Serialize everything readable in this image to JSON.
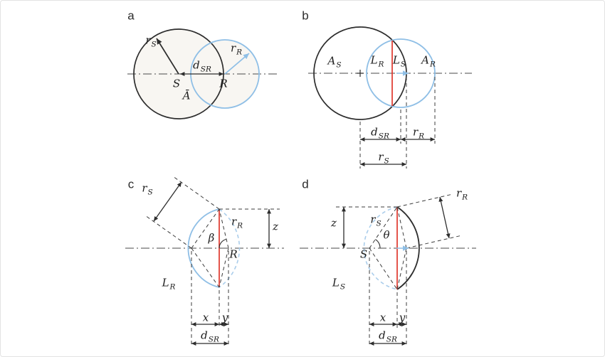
{
  "panels": {
    "a": "a",
    "b": "b",
    "c": "c",
    "d": "d"
  },
  "symbols": {
    "rS": {
      "base": "r",
      "sub": "S"
    },
    "rR": {
      "base": "r",
      "sub": "R"
    },
    "dSR": {
      "base": "d",
      "sub": "SR"
    },
    "AS": {
      "base": "A",
      "sub": "S"
    },
    "AR": {
      "base": "A",
      "sub": "R"
    },
    "LR": {
      "base": "L",
      "sub": "R"
    },
    "LS": {
      "base": "L",
      "sub": "S"
    },
    "S": "S",
    "R": "R",
    "Abar": "Ā",
    "beta": "β",
    "theta": "θ",
    "x": "x",
    "y": "y",
    "z": "z"
  },
  "colors": {
    "stroke_black": "#2d2d2d",
    "circle_blue": "#8fbfe6",
    "chord_red": "#e0372d",
    "union_fill": "#f8f6f2",
    "dashed_arc_blue": "#aacdeb",
    "background": "#ffffff"
  }
}
